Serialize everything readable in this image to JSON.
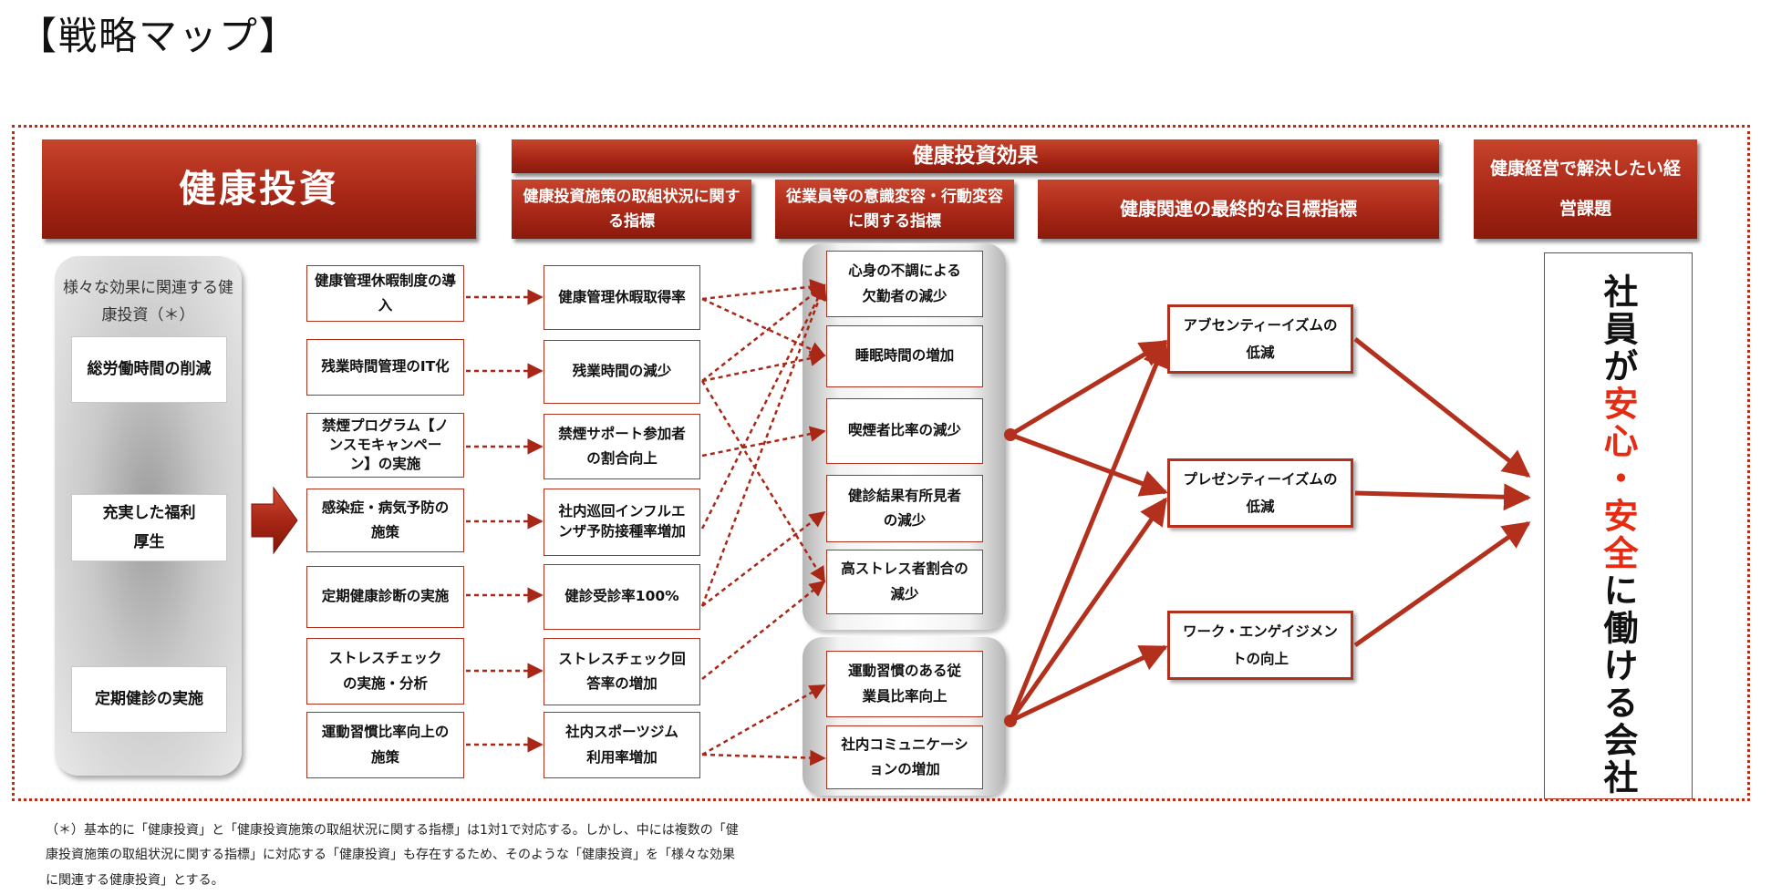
{
  "title": "【戦略マップ】",
  "headers": {
    "investment": "健康投資",
    "effect": "健康投資効果",
    "effect_sub1": "健康投資施策の取組状況に関する指標",
    "effect_sub2": "従業員等の意識変容・行動変容に関する指標",
    "effect_sub3": "健康関連の最終的な目標指標",
    "management": "健康経営で解決したい経営課題"
  },
  "left_panel": {
    "note": "様々な効果に関連する健康投資（＊）",
    "items": [
      "総労働時間の削減",
      "充実した福利厚生",
      "定期健診の実施"
    ]
  },
  "investments": [
    "健康管理休暇制度の導入",
    "残業時間管理のIT化",
    "禁煙プログラム【ノンスモキャンペーン】の実施",
    "感染症・病気予防の施策",
    "定期健康診断の実施",
    "ストレスチェックの実施・分析",
    "運動習慣比率向上の施策"
  ],
  "indicators": [
    "健康管理休暇取得率",
    "残業時間の減少",
    "禁煙サポート参加者の割合向上",
    "社内巡回インフルエンザ予防接種率増加",
    "健診受診率100%",
    "ストレスチェック回答率の増加",
    "社内スポーツジム利用率増加"
  ],
  "behaviors_group1": [
    "心身の不調による欠勤者の減少",
    "睡眠時間の増加",
    "喫煙者比率の減少",
    "健診結果有所見者の減少",
    "高ストレス者割合の減少"
  ],
  "behaviors_group2": [
    "運動習慣のある従業員比率向上",
    "社内コミュニケーションの増加"
  ],
  "goals": [
    "アブセンティーイズムの低減",
    "プレゼンティーイズムの低減",
    "ワーク・エンゲイジメントの向上"
  ],
  "management_issue": {
    "part1": "社員が",
    "part2": "安心・安全",
    "part3": "に働ける会社"
  },
  "footnote": "（＊）基本的に「健康投資」と「健康投資施策の取組状況に関する指標」は1対1で対応する。しかし、中には複数の「健康投資施策の取組状況に関する指標」に対応する「健康投資」も存在するため、そのような「健康投資」を「様々な効果に関連する健康投資」とする。",
  "colors": {
    "accent": "#b3301d",
    "highlight": "#e52b12"
  }
}
